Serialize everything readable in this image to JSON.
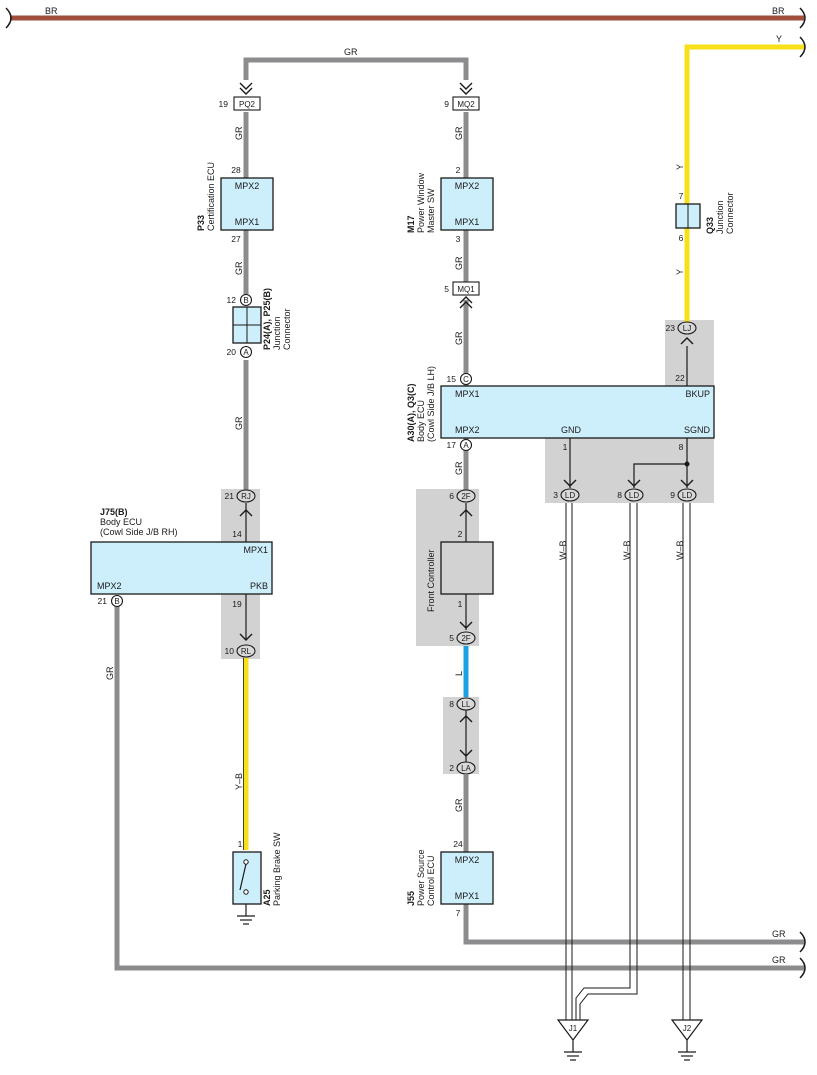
{
  "wires": {
    "br": "BR",
    "gr": "GR",
    "y": "Y",
    "yb": "Y–B",
    "wb": "W–B",
    "l": "L"
  },
  "colors": {
    "gr": "#8c8c8e",
    "br": "#a14f3d",
    "y": "#f7e01a",
    "l": "#1aa3e0",
    "wb_stroke": "#1a1a1a",
    "shade": "#d2d2d3",
    "ecu_fill": "#cdeefb"
  },
  "connectors": {
    "pq2": {
      "code": "PQ2",
      "pin": "19"
    },
    "mq2": {
      "code": "MQ2",
      "pin": "9"
    },
    "mq1": {
      "code": "MQ1",
      "pin": "5"
    },
    "rj": {
      "code": "RJ",
      "pin": "21"
    },
    "rl": {
      "code": "RL",
      "pin": "10"
    },
    "lj": {
      "code": "LJ",
      "pin": "23"
    },
    "c15": {
      "code": "C",
      "pin": "15"
    },
    "a17": {
      "code": "A",
      "pin": "17"
    },
    "b12": {
      "code": "B",
      "pin": "12"
    },
    "a20": {
      "code": "A",
      "pin": "20"
    },
    "b21": {
      "code": "B",
      "pin": "21"
    },
    "f2_6": {
      "code": "2F",
      "pin": "6"
    },
    "f2_5": {
      "code": "2F",
      "pin": "5"
    },
    "ll": {
      "code": "LL",
      "pin": "8"
    },
    "la": {
      "code": "LA",
      "pin": "2"
    },
    "ld3": {
      "code": "LD",
      "pin": "3"
    },
    "ld8": {
      "code": "LD",
      "pin": "8"
    },
    "ld9": {
      "code": "LD",
      "pin": "9"
    }
  },
  "components": {
    "p33": {
      "id": "P33",
      "name": "Certification ECU",
      "port_top": "MPX2",
      "port_bottom": "MPX1",
      "pin_top": "28",
      "pin_bottom": "27"
    },
    "m17": {
      "id": "M17",
      "name_line1": "Power Window",
      "name_line2": "Master SW",
      "port_top": "MPX2",
      "port_bottom": "MPX1",
      "pin_top": "2",
      "pin_bottom": "3"
    },
    "p24": {
      "id": "P24(A), P25(B)",
      "name_line1": "Junction",
      "name_line2": "Connector"
    },
    "q33": {
      "id": "Q33",
      "name_line1": "Junction",
      "name_line2": "Connector",
      "pin_top": "7",
      "pin_bottom": "6"
    },
    "a30": {
      "id": "A30(A), Q3(C)",
      "name_line1": "Body ECU",
      "name_line2": "(Cowl Side J/B LH)",
      "port_mpx1": "MPX1",
      "port_mpx2": "MPX2",
      "port_bkup": "BKUP",
      "port_gnd": "GND",
      "port_sgnd": "SGND",
      "pin_bkup": "22",
      "pin_gnd": "1",
      "pin_sgnd": "8"
    },
    "j75": {
      "id": "J75(B)",
      "name_line1": "Body ECU",
      "name_line2": "(Cowl Side J/B RH)",
      "port_mpx1": "MPX1",
      "port_mpx2": "MPX2",
      "port_pkb": "PKB",
      "pin_mpx1": "14",
      "pin_pkb": "19"
    },
    "front": {
      "name": "Front Controller",
      "pin_top": "2",
      "pin_bottom": "1"
    },
    "j55": {
      "id": "J55",
      "name_line1": "Power Source",
      "name_line2": "Control ECU",
      "port_top": "MPX2",
      "port_bottom": "MPX1",
      "pin_top": "24",
      "pin_bottom": "7"
    },
    "a25": {
      "id": "A25",
      "name": "Parking Brake SW",
      "pin": "1"
    }
  },
  "grounds": {
    "j1": "J1",
    "j2": "J2"
  }
}
